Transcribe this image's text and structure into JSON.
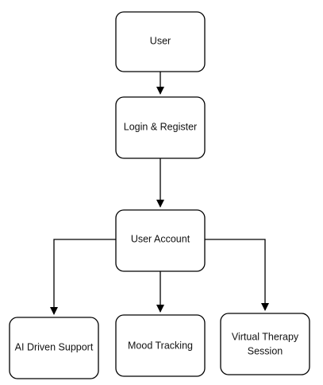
{
  "nodes": {
    "user": {
      "label": "User"
    },
    "login": {
      "label": "Login & Register"
    },
    "account": {
      "label": "User Account"
    },
    "ai_support": {
      "label": "AI Driven Support"
    },
    "mood": {
      "label": "Mood Tracking"
    },
    "therapy": {
      "label_line1": "Virtual Therapy",
      "label_line2": "Session"
    }
  },
  "edges": [
    {
      "from": "User",
      "to": "Login & Register"
    },
    {
      "from": "Login & Register",
      "to": "User Account"
    },
    {
      "from": "User Account",
      "to": "AI Driven Support"
    },
    {
      "from": "User Account",
      "to": "Mood Tracking"
    },
    {
      "from": "User Account",
      "to": "Virtual Therapy Session"
    }
  ]
}
